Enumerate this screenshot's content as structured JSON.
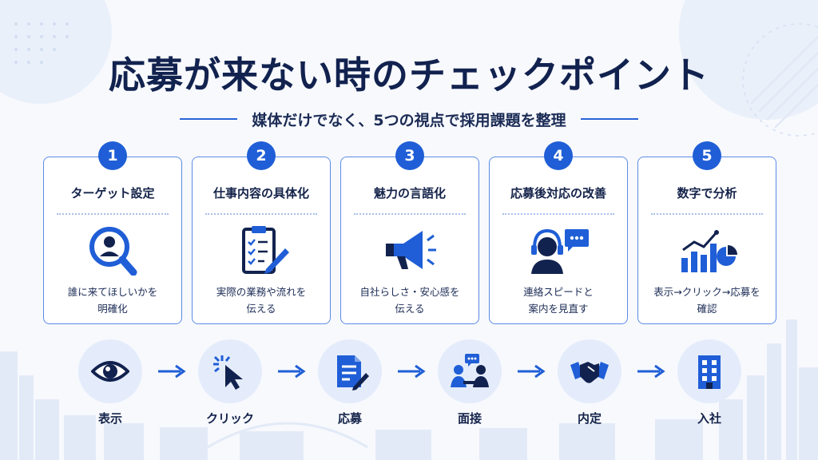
{
  "title": "応募が来ない時のチェックポイント",
  "subtitle": "媒体だけでなく、5つの視点で採用課題を整理",
  "colors": {
    "accent": "#1f5ed6",
    "navy": "#12224f",
    "card_border": "#5b8be6",
    "circle_bg": "#e4ecfb"
  },
  "cards": [
    {
      "number": "1",
      "title": "ターゲット設定",
      "icon": "person-magnifier-icon",
      "desc_line1": "誰に来てほしいかを",
      "desc_line2": "明確化"
    },
    {
      "number": "2",
      "title": "仕事内容の具体化",
      "icon": "clipboard-checklist-icon",
      "desc_line1": "実際の業務や流れを",
      "desc_line2": "伝える"
    },
    {
      "number": "3",
      "title": "魅力の言語化",
      "icon": "megaphone-icon",
      "desc_line1": "自社らしさ・安心感を",
      "desc_line2": "伝える"
    },
    {
      "number": "4",
      "title": "応募後対応の改善",
      "icon": "headset-operator-icon",
      "desc_line1": "連絡スピードと",
      "desc_line2": "案内を見直す"
    },
    {
      "number": "5",
      "title": "数字で分析",
      "icon": "bar-chart-icon",
      "desc_line1": "表示→クリック→応募を",
      "desc_line2": "確認"
    }
  ],
  "flow": [
    {
      "label": "表示",
      "icon": "eye-icon"
    },
    {
      "label": "クリック",
      "icon": "cursor-click-icon"
    },
    {
      "label": "応募",
      "icon": "application-form-icon"
    },
    {
      "label": "面接",
      "icon": "interview-icon"
    },
    {
      "label": "内定",
      "icon": "handshake-icon"
    },
    {
      "label": "入社",
      "icon": "building-icon"
    }
  ]
}
